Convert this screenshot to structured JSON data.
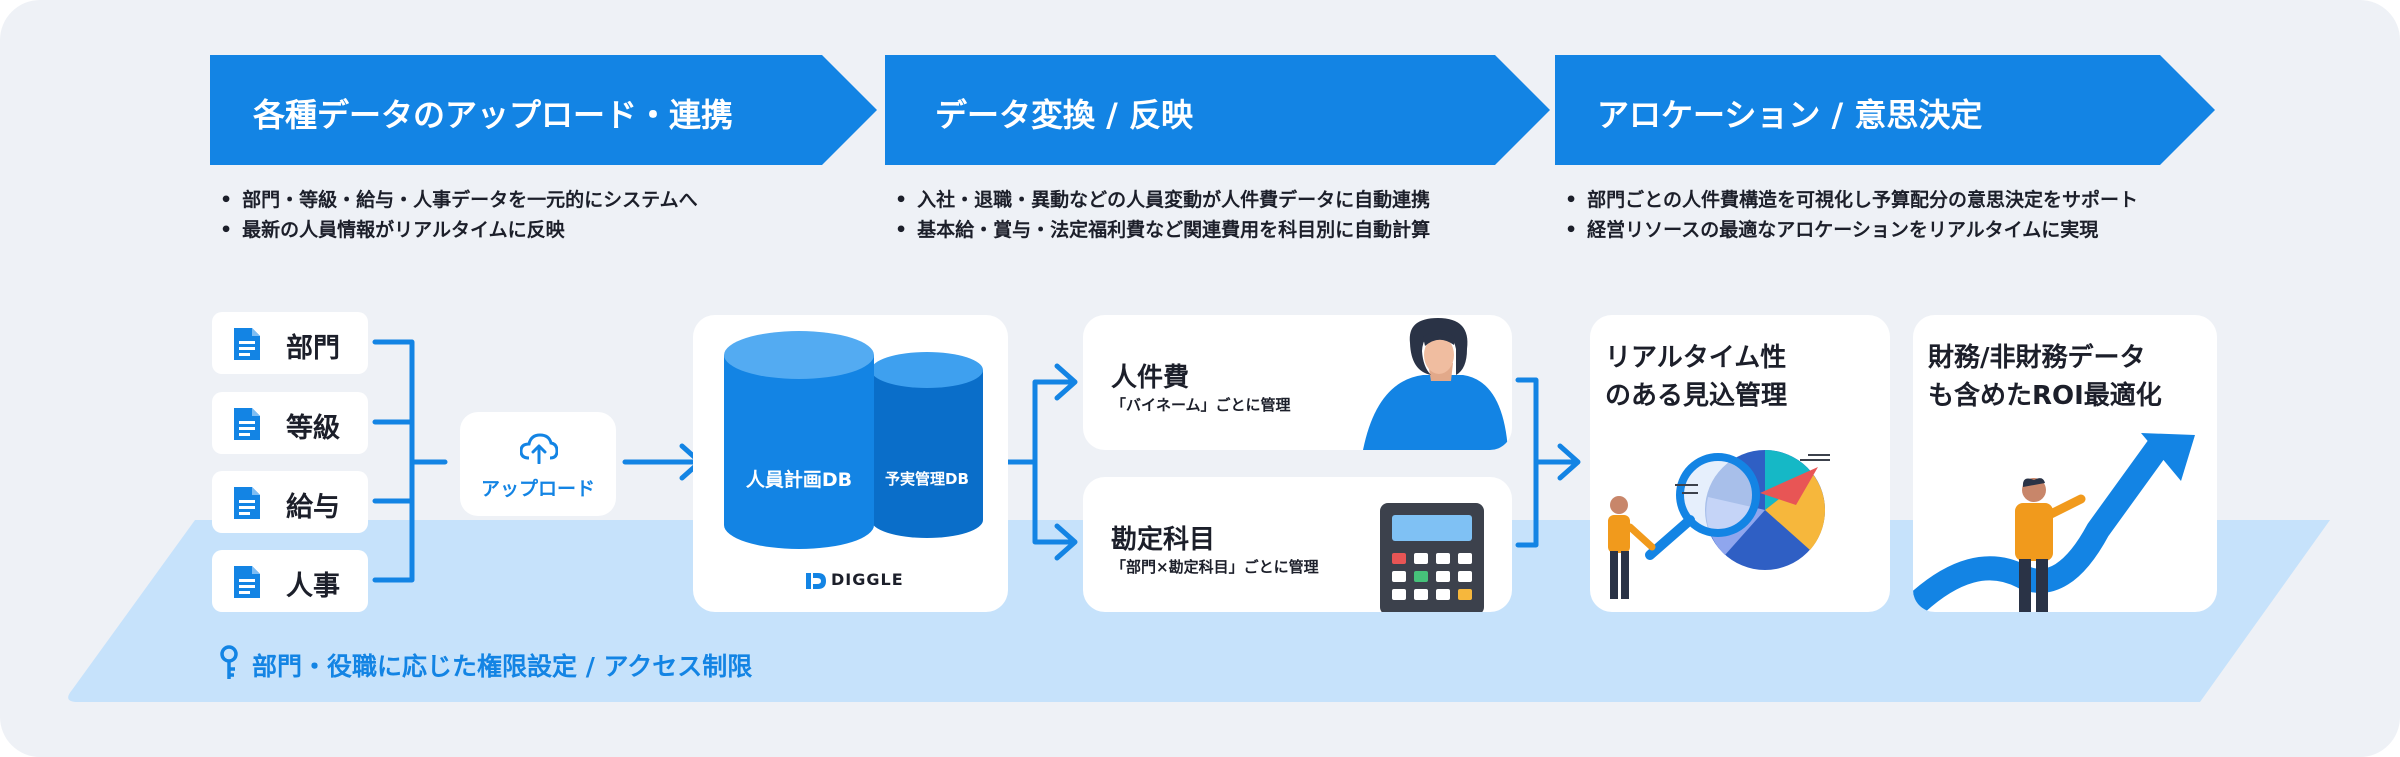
{
  "steps": [
    {
      "title": "各種データのアップロード・連携",
      "bullets": [
        "部門・等級・給与・人事データを一元的にシステムへ",
        "最新の人員情報がリアルタイムに反映"
      ]
    },
    {
      "title": "データ変換 / 反映",
      "bullets": [
        "入社・退職・異動などの人員変動が人件費データに自動連携",
        "基本給・賞与・法定福利費など関連費用を科目別に自動計算"
      ]
    },
    {
      "title": "アロケーション / 意思決定",
      "bullets": [
        "部門ごとの人件費構造を可視化し予算配分の意思決定をサポート",
        "経営リソースの最適なアロケーションをリアルタイムに実現"
      ]
    }
  ],
  "sources": [
    "部門",
    "等級",
    "給与",
    "人事"
  ],
  "upload_label": "アップロード",
  "databases": {
    "primary": "人員計画DB",
    "secondary": "予実管理DB",
    "brand": "DIGGLE"
  },
  "outputs": [
    {
      "title": "人件費",
      "subtitle": "「バイネーム」ごとに管理"
    },
    {
      "title": "勘定科目",
      "subtitle": "「部門×勘定科目」ごとに管理"
    }
  ],
  "results": [
    {
      "lines": [
        "リアルタイム性",
        "のある見込管理"
      ]
    },
    {
      "lines": [
        "財務/非財務データ",
        "も含めたROI最適化"
      ]
    }
  ],
  "footer": {
    "label": "部門・役職に応じた権限設定 / アクセス制限",
    "icon": "key-icon"
  },
  "colors": {
    "primary": "#1384e4",
    "light_band": "#c6e2fb",
    "panel": "#eef1f6",
    "dark_text": "#1c1f2a"
  }
}
